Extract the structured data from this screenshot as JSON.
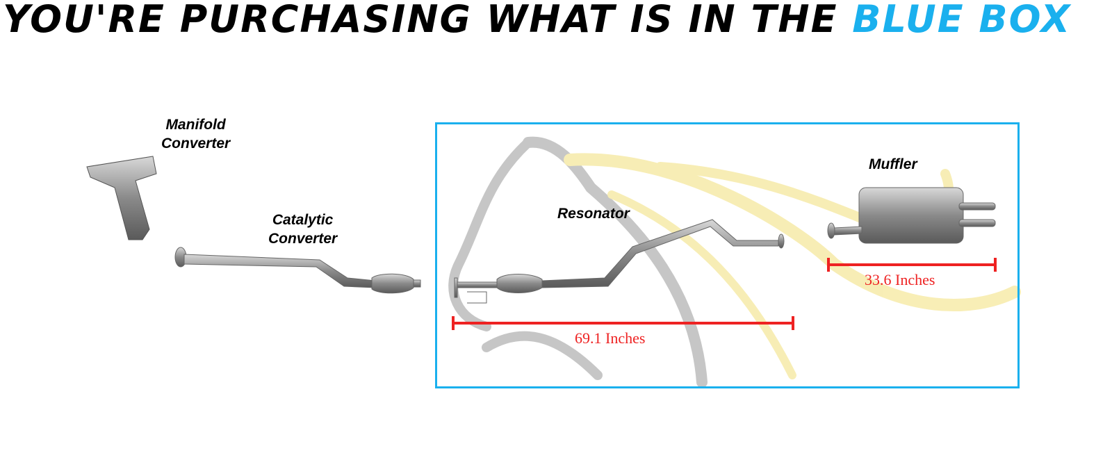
{
  "title": {
    "text": "You're purchasing what is in the",
    "highlight": "Blue Box"
  },
  "labels": {
    "manifold": [
      "Manifold",
      "Converter"
    ],
    "catalytic": [
      "Catalytic",
      "Converter"
    ],
    "resonator": "Resonator",
    "muffler": "Muffler"
  },
  "measurements": {
    "resonator": "69.1 Inches",
    "muffler": "33.6 Inches"
  },
  "colors": {
    "accent": "#1ab0ee",
    "measure": "#ee2222"
  }
}
